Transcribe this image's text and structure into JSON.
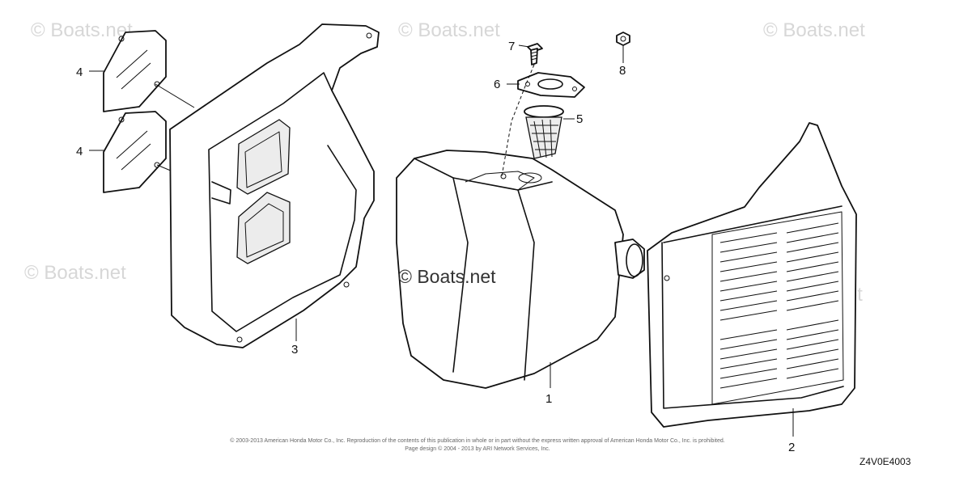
{
  "watermark": {
    "text": "© Boats.net",
    "center_text": "© Boats.net"
  },
  "callouts": {
    "part1": "1",
    "part2": "2",
    "part3": "3",
    "part4_upper": "4",
    "part4_lower": "4",
    "part5": "5",
    "part6": "6",
    "part7": "7",
    "part8": "8"
  },
  "copyright": {
    "line1": "© 2003-2013 American Honda Motor Co., Inc. Reproduction of the contents of this publication in whole or in part without the express written approval of American Honda Motor Co., Inc. is prohibited.",
    "line2": "Page design © 2004 - 2013 by ARI Network Services, Inc."
  },
  "diagram_code": "Z4V0E4003"
}
